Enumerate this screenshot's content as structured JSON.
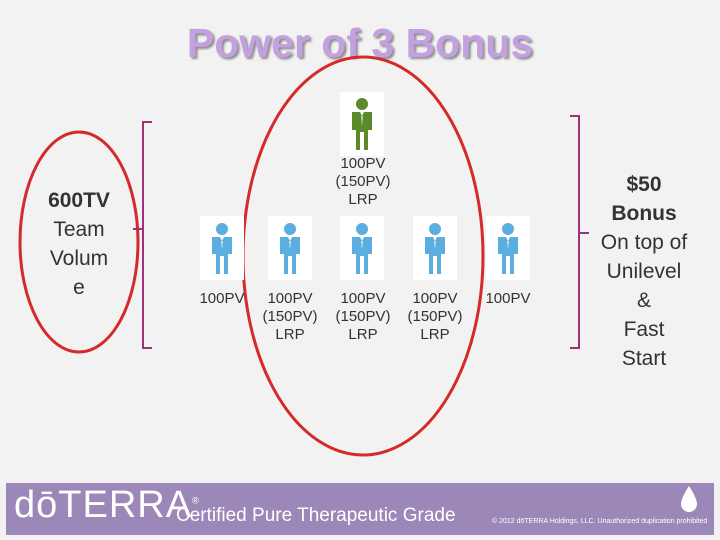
{
  "title": "Power of 3 Bonus",
  "left_box": {
    "line1": "600TV",
    "line2": "Team",
    "line3": "Volum",
    "line4": "e"
  },
  "top_person": {
    "line1": "100PV",
    "line2": "(150PV)",
    "line3": "LRP"
  },
  "people": [
    {
      "line1": "100PV",
      "line2": "",
      "line3": ""
    },
    {
      "line1": "100PV",
      "line2": "(150PV)",
      "line3": "LRP"
    },
    {
      "line1": "100PV",
      "line2": "(150PV)",
      "line3": "LRP"
    },
    {
      "line1": "100PV",
      "line2": "(150PV)",
      "line3": "LRP"
    },
    {
      "line1": "100PV",
      "line2": "",
      "line3": ""
    }
  ],
  "right_box": {
    "line1": "$50",
    "line2": "Bonus",
    "line3": "On top of",
    "line4": "Unilevel",
    "line5": "&",
    "line6": "Fast",
    "line7": "Start"
  },
  "footer": {
    "brand": "dōTERRA",
    "registered": "®",
    "tagline": "Certified Pure Therapeutic Grade",
    "copyright": "© 2012 dōTERRA Holdings, LLC. Unauthorized duplication prohibited"
  },
  "colors": {
    "title": "#c3a0e0",
    "ellipse": "#d42a2a",
    "top_person": "#5b8a2a",
    "person": "#5aaee0",
    "bracket": "#a0307a",
    "footer": "#9b88b8"
  }
}
